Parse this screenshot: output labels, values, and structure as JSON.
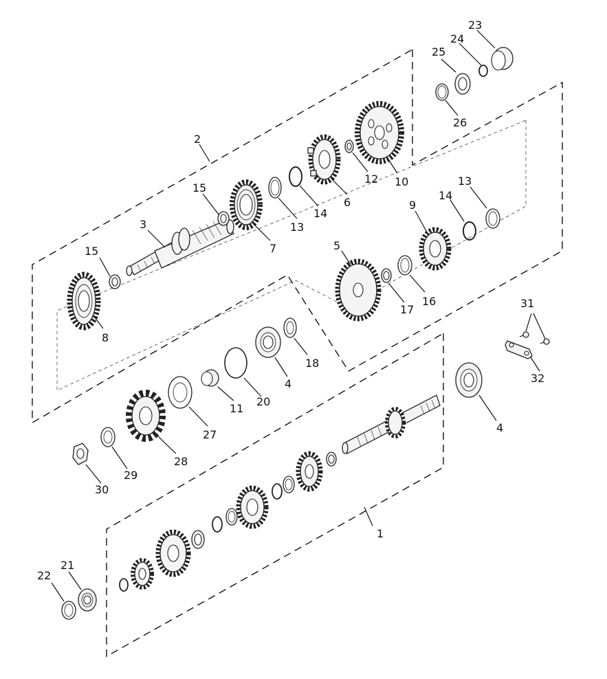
{
  "colors": {
    "line": "#111111",
    "part_fill": "#f4f4f4",
    "background": "#ffffff"
  },
  "callouts": {
    "c1": "1",
    "c2": "2",
    "c3": "3",
    "c4a": "4",
    "c4b": "4",
    "c5": "5",
    "c6": "6",
    "c7": "7",
    "c8": "8",
    "c9": "9",
    "c10": "10",
    "c11": "11",
    "c12": "12",
    "c13a": "13",
    "c13b": "13",
    "c14a": "14",
    "c14b": "14",
    "c15a": "15",
    "c15b": "15",
    "c16": "16",
    "c17": "17",
    "c18": "18",
    "c20": "20",
    "c21": "21",
    "c22": "22",
    "c23": "23",
    "c24": "24",
    "c25": "25",
    "c26": "26",
    "c27": "27",
    "c28": "28",
    "c29": "29",
    "c30": "30",
    "c31": "31",
    "c32": "32"
  }
}
